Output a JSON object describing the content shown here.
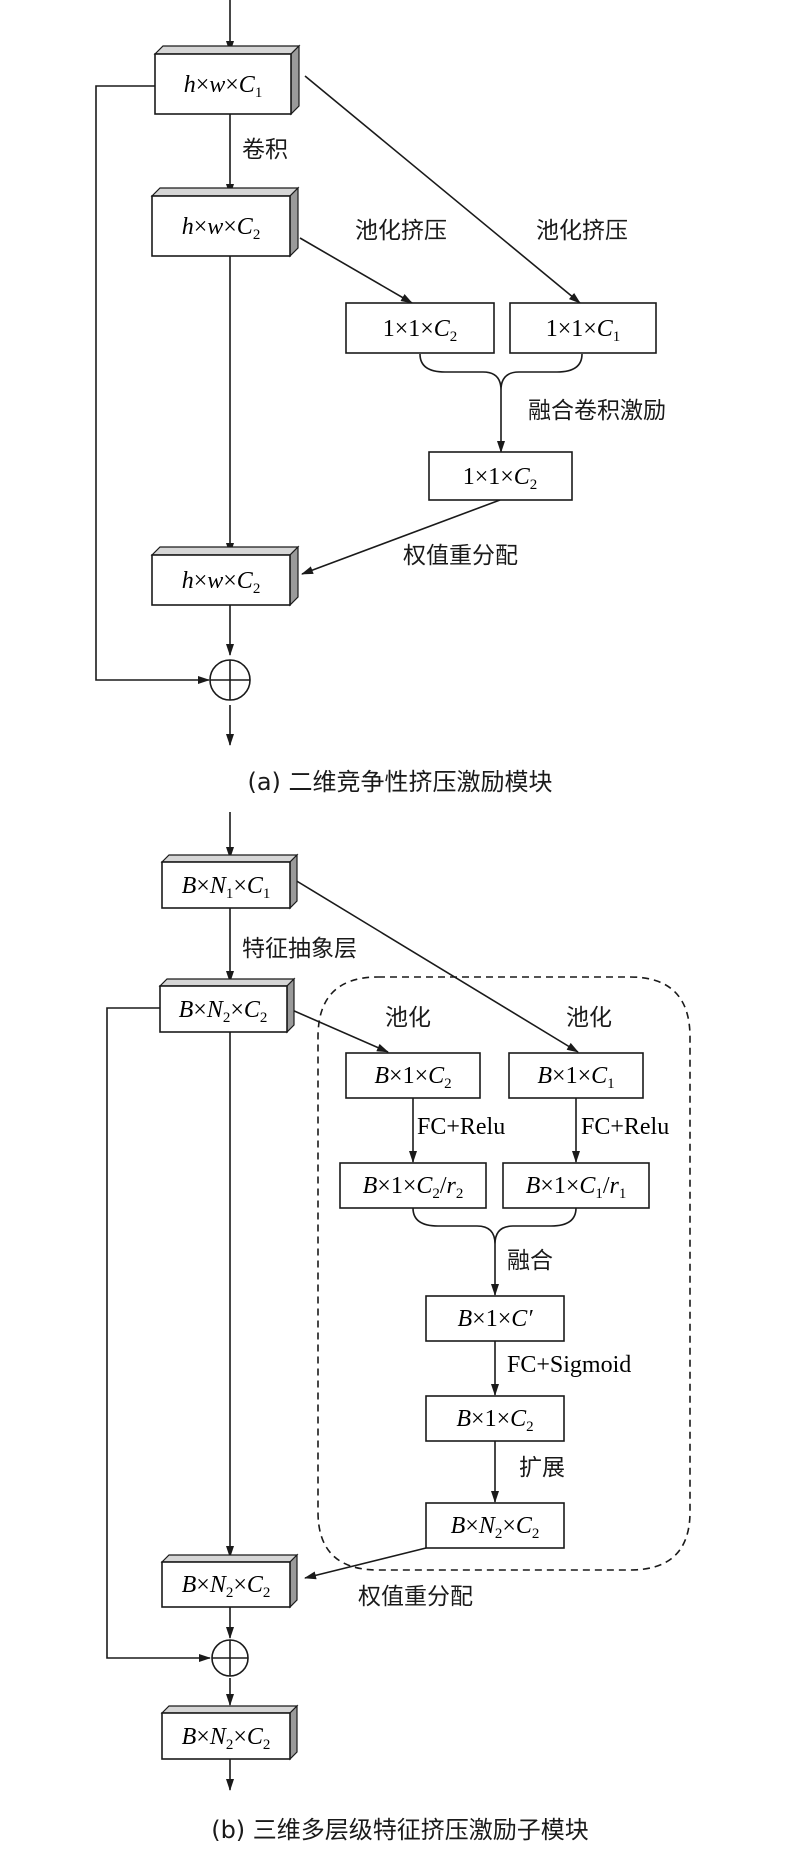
{
  "part_a": {
    "input": {
      "v1": "h",
      "v2": "w",
      "c": "C",
      "cs": "1"
    },
    "conv_out": {
      "v1": "h",
      "v2": "w",
      "c": "C",
      "cs": "2"
    },
    "pool_left": {
      "a": "1",
      "b": "1",
      "c": "C",
      "cs": "2"
    },
    "pool_right": {
      "a": "1",
      "b": "1",
      "c": "C",
      "cs": "1"
    },
    "fused": {
      "a": "1",
      "b": "1",
      "c": "C",
      "cs": "2"
    },
    "output": {
      "v1": "h",
      "v2": "w",
      "c": "C",
      "cs": "2"
    },
    "label_conv": "卷积",
    "label_pool_left": "池化挤压",
    "label_pool_right": "池化挤压",
    "label_fuse": "融合卷积激励",
    "label_reweight": "权值重分配",
    "caption": "(a) 二维竞争性挤压激励模块"
  },
  "part_b": {
    "input": {
      "B": "B",
      "N": "N",
      "ns": "1",
      "C": "C",
      "cs": "1"
    },
    "abstract_out": {
      "B": "B",
      "N": "N",
      "ns": "2",
      "C": "C",
      "cs": "2"
    },
    "pool_left": {
      "B": "B",
      "one": "1",
      "C": "C",
      "cs": "2"
    },
    "pool_right": {
      "B": "B",
      "one": "1",
      "C": "C",
      "cs": "1"
    },
    "fc_left": {
      "B": "B",
      "one": "1",
      "C": "C",
      "cs": "2",
      "r": "r",
      "rs": "2"
    },
    "fc_right": {
      "B": "B",
      "one": "1",
      "C": "C",
      "cs": "1",
      "r": "r",
      "rs": "1"
    },
    "fused": {
      "B": "B",
      "one": "1",
      "C": "C′"
    },
    "sigmoid_out": {
      "B": "B",
      "one": "1",
      "C": "C",
      "cs": "2"
    },
    "expanded": {
      "B": "B",
      "N": "N",
      "ns": "2",
      "C": "C",
      "cs": "2"
    },
    "reweighted": {
      "B": "B",
      "N": "N",
      "ns": "2",
      "C": "C",
      "cs": "2"
    },
    "output": {
      "B": "B",
      "N": "N",
      "ns": "2",
      "C": "C",
      "cs": "2"
    },
    "label_abstract": "特征抽象层",
    "label_pool_left": "池化",
    "label_pool_right": "池化",
    "label_fc_left": "FC+Relu",
    "label_fc_right": "FC+Relu",
    "label_fuse": "融合",
    "label_sigmoid": "FC+Sigmoid",
    "label_expand": "扩展",
    "label_reweight": "权值重分配",
    "caption": "(b) 三维多层级特征挤压激励子模块"
  }
}
